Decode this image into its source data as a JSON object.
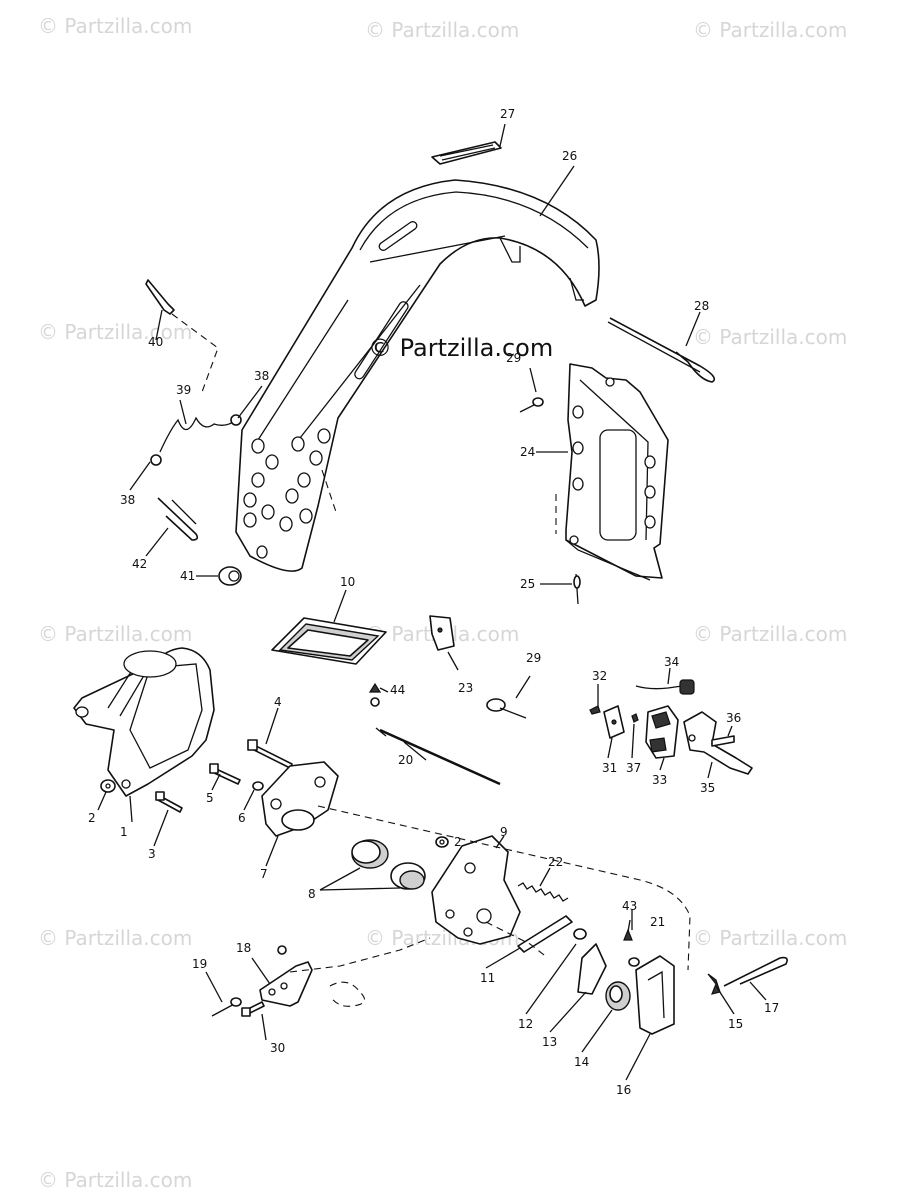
{
  "watermarks": [
    "© Partzilla.com",
    "© Partzilla.com",
    "© Partzilla.com",
    "© Partzilla.com",
    "© Partzilla.com",
    "© Partzilla.com",
    "© Partzilla.com",
    "© Partzilla.com",
    "© Partzilla.com",
    "© Partzilla.com",
    "© Partzilla.com",
    "© Partzilla.com"
  ],
  "center_watermark": "© Partzilla.com",
  "callouts": {
    "c1": "1",
    "c2a": "2",
    "c2b": "2",
    "c3": "3",
    "c4": "4",
    "c5": "5",
    "c6": "6",
    "c7": "7",
    "c8": "8",
    "c9": "9",
    "c10": "10",
    "c11": "11",
    "c12": "12",
    "c13": "13",
    "c14": "14",
    "c15": "15",
    "c16": "16",
    "c17": "17",
    "c18": "18",
    "c19": "19",
    "c20": "20",
    "c21": "21",
    "c22": "22",
    "c23": "23",
    "c24": "24",
    "c25": "25",
    "c26": "26",
    "c27": "27",
    "c28": "28",
    "c29": "29",
    "c29b": "29",
    "c30": "30",
    "c31": "31",
    "c32": "32",
    "c33": "33",
    "c34": "34",
    "c35": "35",
    "c36": "36",
    "c37": "37",
    "c38a": "38",
    "c38b": "38",
    "c39": "39",
    "c40": "40",
    "c41": "41",
    "c42": "42",
    "c43": "43",
    "c44": "44"
  }
}
